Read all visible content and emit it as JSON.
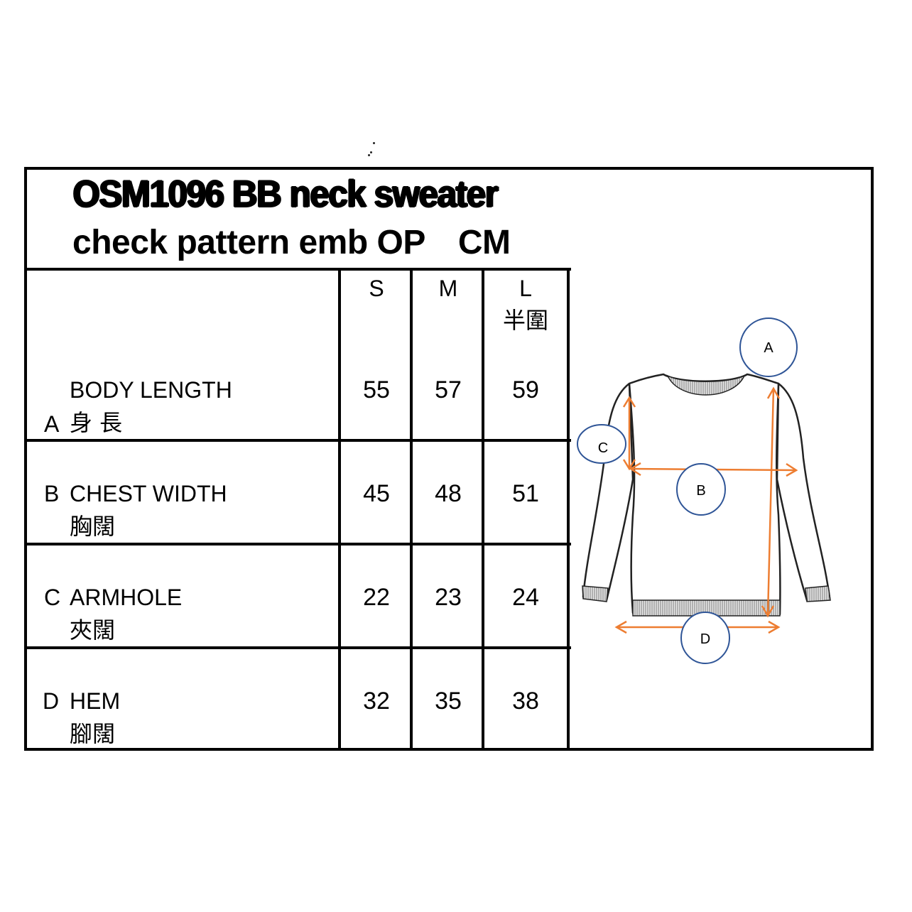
{
  "header": {
    "title_line1": "OSM1096 BB neck sweater",
    "title_line2": "check pattern emb OP",
    "unit": "CM"
  },
  "table": {
    "columns": [
      {
        "size": "S"
      },
      {
        "size": "M"
      },
      {
        "size": "L",
        "note": "半圍"
      }
    ],
    "rows": [
      {
        "key": "A",
        "label_en": "BODY LENGTH",
        "label_zh": "身 長",
        "values": [
          "55",
          "57",
          "59"
        ]
      },
      {
        "key": "B",
        "label_en": "CHEST WIDTH",
        "label_zh": "胸闊",
        "values": [
          "45",
          "48",
          "51"
        ]
      },
      {
        "key": "C",
        "label_en": "ARMHOLE",
        "label_zh": "夾闊",
        "values": [
          "22",
          "23",
          "24"
        ]
      },
      {
        "key": "D",
        "label_en": "HEM",
        "label_zh": "腳闊",
        "values": [
          "32",
          "35",
          "38"
        ]
      }
    ]
  },
  "diagram": {
    "subject": "sweater-flat-sketch",
    "markers": [
      "A",
      "B",
      "C",
      "D"
    ],
    "arrow_color": "#ed7d31",
    "marker_color": "#2f5597"
  }
}
